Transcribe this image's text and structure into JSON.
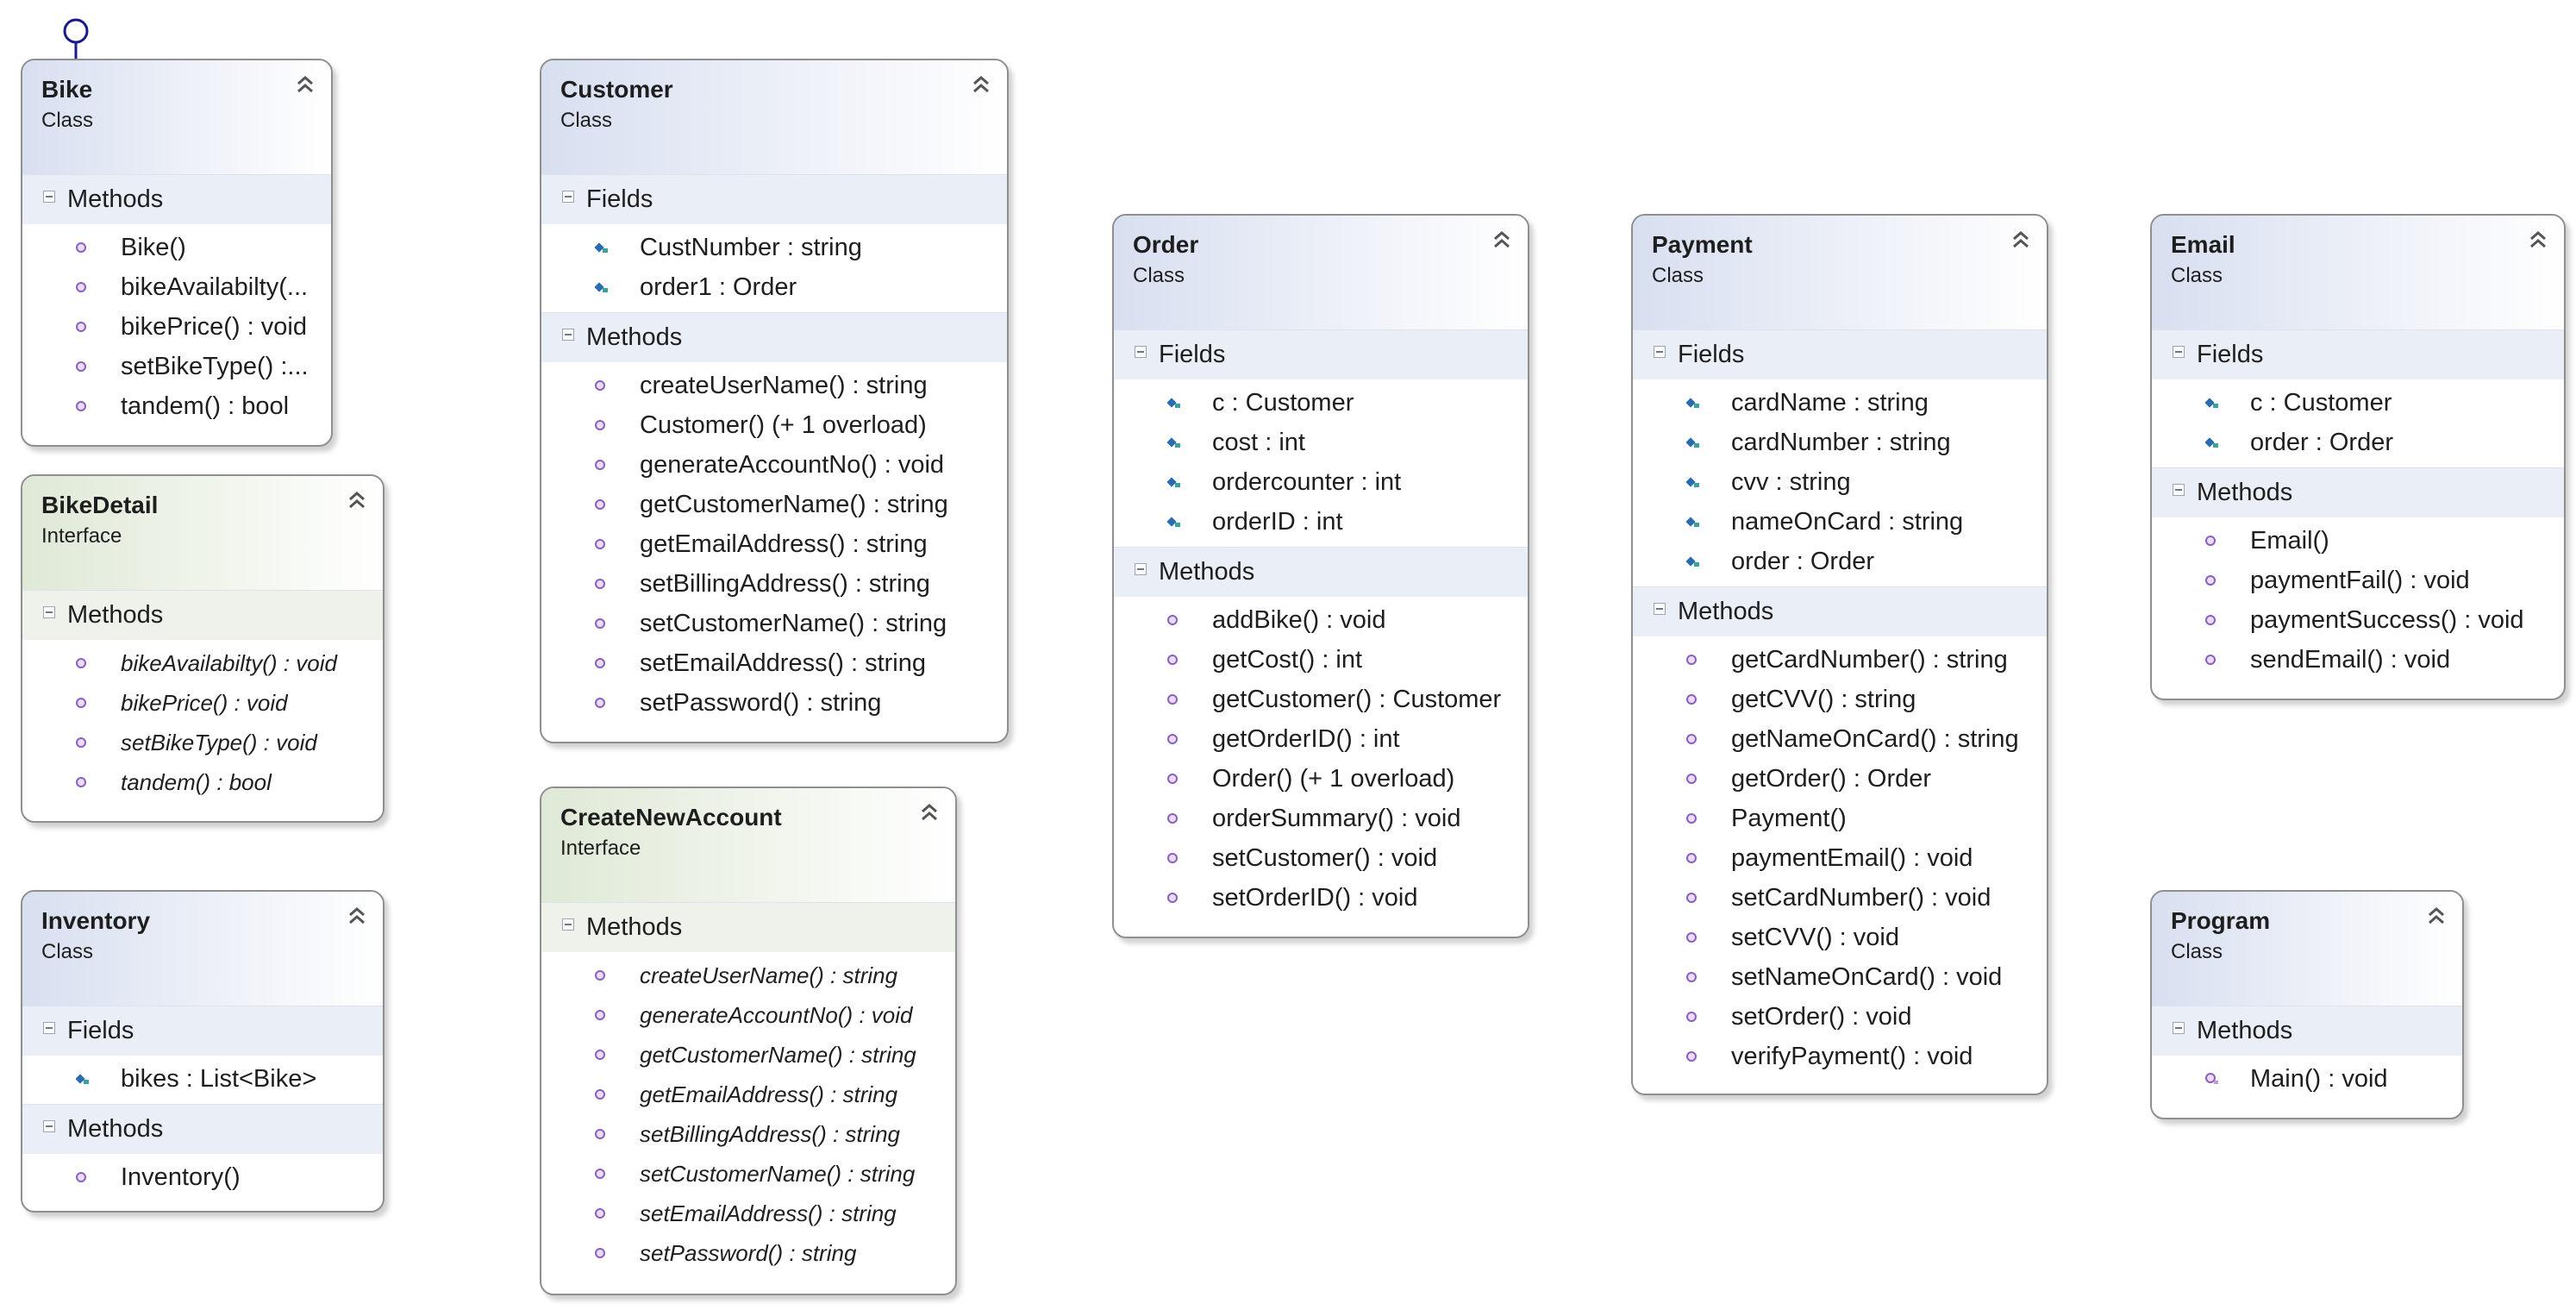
{
  "boxes": [
    {
      "id": "bike",
      "name": "Bike",
      "kind": "Class",
      "methods_label": "Methods",
      "methods": [
        "Bike()",
        "bikeAvailabilty(...",
        "bikePrice() : void",
        "setBikeType() :...",
        "tandem() : bool"
      ]
    },
    {
      "id": "bikedetail",
      "name": "BikeDetail",
      "kind": "Interface",
      "methods_label": "Methods",
      "methods": [
        "bikeAvailabilty() : void",
        "bikePrice() : void",
        "setBikeType() : void",
        "tandem() : bool"
      ]
    },
    {
      "id": "inventory",
      "name": "Inventory",
      "kind": "Class",
      "fields_label": "Fields",
      "fields": [
        "bikes : List<Bike>"
      ],
      "methods_label": "Methods",
      "methods": [
        "Inventory()"
      ]
    },
    {
      "id": "customer",
      "name": "Customer",
      "kind": "Class",
      "fields_label": "Fields",
      "fields": [
        "CustNumber : string",
        "order1 : Order"
      ],
      "methods_label": "Methods",
      "methods": [
        "createUserName() : string",
        "Customer() (+ 1 overload)",
        "generateAccountNo() : void",
        "getCustomerName() : string",
        "getEmailAddress() : string",
        "setBillingAddress() : string",
        "setCustomerName() : string",
        "setEmailAddress() : string",
        "setPassword() : string"
      ]
    },
    {
      "id": "createnewaccount",
      "name": "CreateNewAccount",
      "kind": "Interface",
      "methods_label": "Methods",
      "methods": [
        "createUserName() : string",
        "generateAccountNo() : void",
        "getCustomerName() : string",
        "getEmailAddress() : string",
        "setBillingAddress() : string",
        "setCustomerName() : string",
        "setEmailAddress() : string",
        "setPassword() : string"
      ]
    },
    {
      "id": "order",
      "name": "Order",
      "kind": "Class",
      "fields_label": "Fields",
      "fields": [
        "c : Customer",
        "cost : int",
        "ordercounter : int",
        "orderID : int"
      ],
      "methods_label": "Methods",
      "methods": [
        "addBike() : void",
        "getCost() : int",
        "getCustomer() : Customer",
        "getOrderID() : int",
        "Order() (+ 1 overload)",
        "orderSummary() : void",
        "setCustomer() : void",
        "setOrderID() : void"
      ]
    },
    {
      "id": "payment",
      "name": "Payment",
      "kind": "Class",
      "fields_label": "Fields",
      "fields": [
        "cardName : string",
        "cardNumber : string",
        "cvv : string",
        "nameOnCard : string",
        "order : Order"
      ],
      "methods_label": "Methods",
      "methods": [
        "getCardNumber() : string",
        "getCVV() : string",
        "getNameOnCard() : string",
        "getOrder() : Order",
        "Payment()",
        "paymentEmail() : void",
        "setCardNumber() : void",
        "setCVV() : void",
        "setNameOnCard() : void",
        "setOrder() : void",
        "verifyPayment() : void"
      ]
    },
    {
      "id": "email",
      "name": "Email",
      "kind": "Class",
      "fields_label": "Fields",
      "fields": [
        "c : Customer",
        "order : Order"
      ],
      "methods_label": "Methods",
      "methods": [
        "Email()",
        "paymentFail() : void",
        "paymentSuccess() : void",
        "sendEmail() : void"
      ]
    },
    {
      "id": "program",
      "name": "Program",
      "kind": "Class",
      "methods_label": "Methods",
      "methods": [
        "Main() : void"
      ]
    }
  ],
  "icons": {
    "collapse": "double-chevron-up-icon",
    "method": "method-icon",
    "field": "field-icon",
    "section_toggle": "section-collapse-icon",
    "interface_lollipop": "interface-lollipop-icon"
  },
  "colors": {
    "class_header": "#d8dff0",
    "interface_header": "#dfe9d6",
    "section_bg": "#eaeef7",
    "border": "#8f8f8f",
    "lollipop": "#1a1a8c"
  }
}
